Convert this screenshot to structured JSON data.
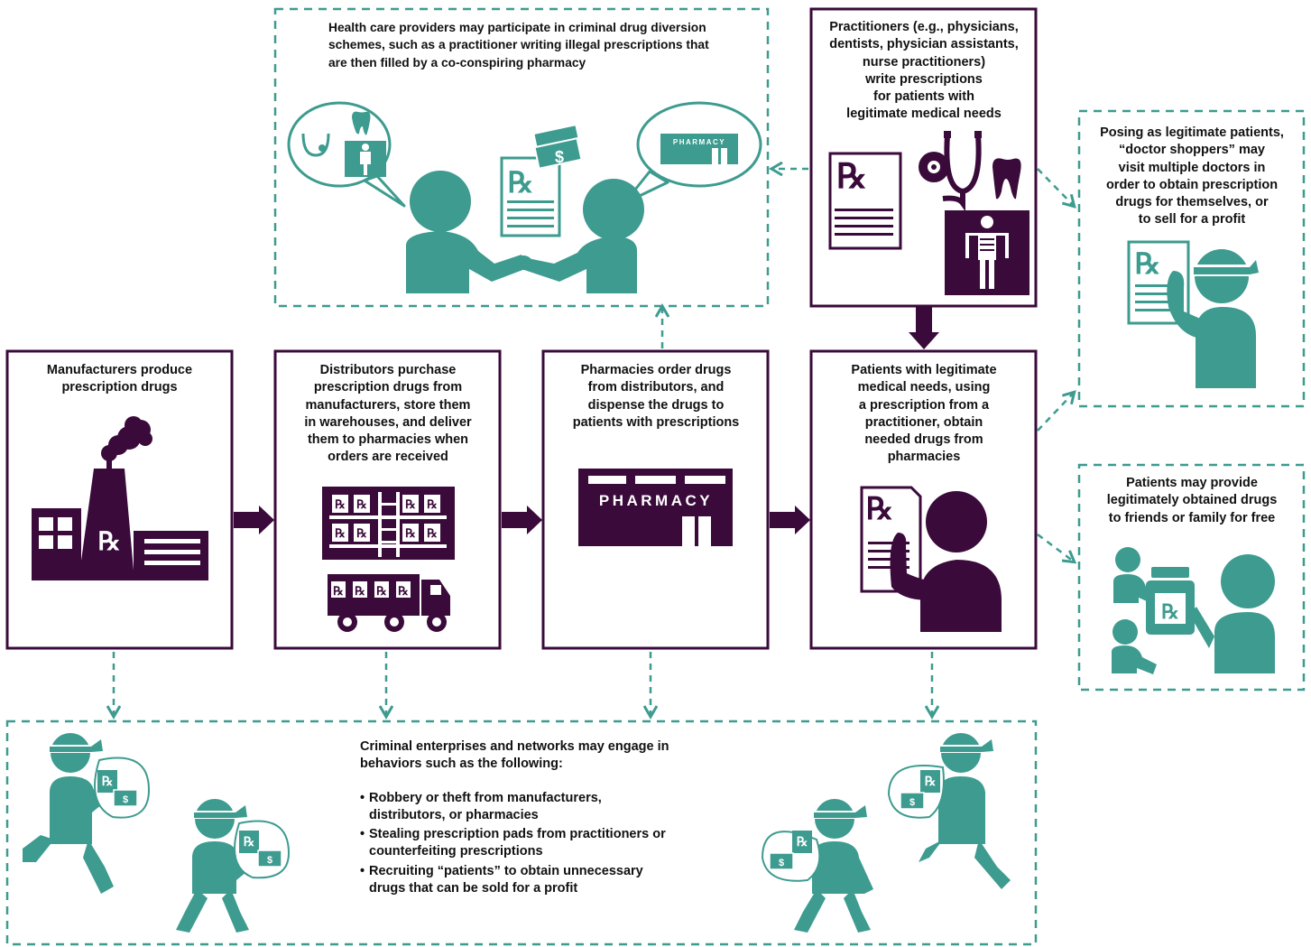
{
  "colors": {
    "purple": "#3a0a3a",
    "teal": "#3d9b8f"
  },
  "manufacturers": {
    "lines": [
      "Manufacturers produce",
      "prescription drugs"
    ],
    "icon": "factory-icon",
    "rx": "℞"
  },
  "distributors": {
    "lines": [
      "Distributors purchase",
      "prescription drugs from",
      "manufacturers, store them",
      "in warehouses, and deliver",
      "them to pharmacies when",
      "orders are received"
    ],
    "icon": "warehouse-truck-icon",
    "rx": "℞"
  },
  "pharmacies": {
    "lines": [
      "Pharmacies order drugs",
      "from distributors, and",
      "dispense the drugs to",
      "patients with prescriptions"
    ],
    "icon": "pharmacy-icon",
    "sign": "PHARMACY"
  },
  "patients": {
    "lines": [
      "Patients with legitimate",
      "medical needs, using",
      "a prescription from a",
      "practitioner, obtain",
      "needed drugs from",
      "pharmacies"
    ],
    "icon": "patient-prescription-icon",
    "rx": "℞"
  },
  "practitioners": {
    "lines": [
      "Practitioners (e.g., physicians,",
      "dentists, physician assistants,",
      "nurse practitioners)",
      "write prescriptions",
      "for patients with",
      "legitimate medical needs"
    ],
    "icon": "medical-tools-icon",
    "rx": "℞"
  },
  "diversion": {
    "lines": [
      "Health care providers may participate in criminal drug diversion",
      "schemes, such as a practitioner writing illegal prescriptions that",
      "are then filled by a co-conspiring pharmacy"
    ],
    "icon": "handshake-icon",
    "rx": "℞",
    "sign": "PHARMACY",
    "money": "$"
  },
  "doctor_shoppers": {
    "lines": [
      "Posing as legitimate patients,",
      "“doctor shoppers” may",
      "visit multiple doctors in",
      "order to obtain prescription",
      "drugs for themselves, or",
      "to sell for a profit"
    ],
    "icon": "masked-person-icon",
    "rx": "℞"
  },
  "sharing": {
    "lines": [
      "Patients may provide",
      "legitimately obtained drugs",
      "to friends or family for free"
    ],
    "icon": "pill-bottle-share-icon",
    "rx": "℞"
  },
  "criminal": {
    "intro_lines": [
      "Criminal enterprises and networks may engage in",
      "behaviors such as the following:"
    ],
    "bullets": [
      [
        "Robbery or theft from manufacturers,",
        "distributors, or pharmacies"
      ],
      [
        "Stealing prescription pads from practitioners or",
        "counterfeiting prescriptions"
      ],
      [
        "Recruiting “patients” to obtain unnecessary",
        "drugs that can be sold for a profit"
      ]
    ],
    "icon": "thief-icon",
    "rx": "℞",
    "money": "$"
  }
}
